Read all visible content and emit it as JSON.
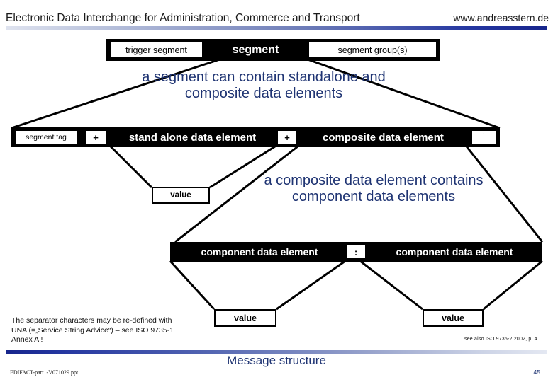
{
  "header": {
    "title": "Electronic Data Interchange for Administration, Commerce and Transport",
    "url": "www.andreasstern.de"
  },
  "diagram": {
    "row1": {
      "trigger_segment": "trigger segment",
      "segment": "segment",
      "segment_groups": "segment group(s)"
    },
    "note1": "a segment can contain standalone and composite data elements",
    "row2": {
      "segment_tag": "segment tag",
      "plus1": "+",
      "stand_alone": "stand alone data element",
      "plus2": "+",
      "composite": "composite data element",
      "terminator": "‘"
    },
    "value_standalone": "value",
    "note2": "a composite data element contains component data elements",
    "row3": {
      "component_left": "component data element",
      "colon": ":",
      "component_right": "component data element"
    },
    "value_left": "value",
    "value_right": "value"
  },
  "footer": {
    "separator_note": "The separator characters may be re-defined with UNA (=„Service String Advice“) – see ISO 9735-1 Annex A !",
    "iso_note": "see also ISO 9735-2:2002, p. 4",
    "slide_title": "Message structure",
    "file_name": "EDIFACT-part1-V071029.ppt",
    "page_number": "45"
  },
  "colors": {
    "accent_blue": "#1f3473",
    "rule_dark": "#17258c",
    "bar_black": "#000000"
  }
}
